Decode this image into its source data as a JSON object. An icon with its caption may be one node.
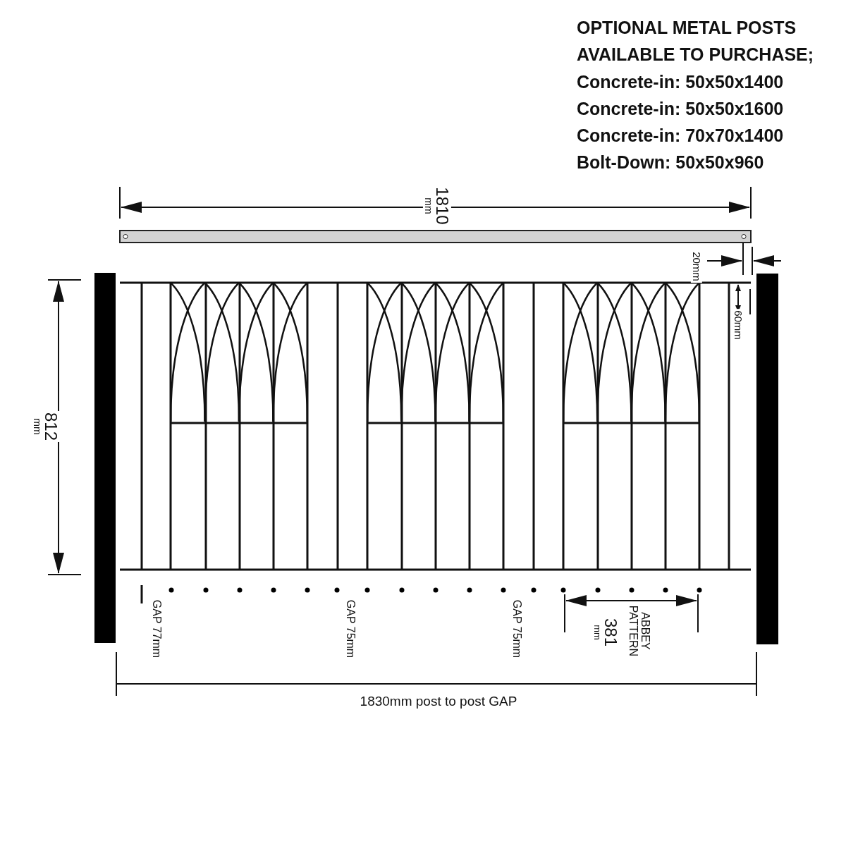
{
  "diagram": {
    "labels": [
      "OPTIONAL METAL POSTS AVAILABLE TO PURCHASE;",
      "Concrete-in: 50x50x1400",
      "Concrete-in: 50x50x1600",
      "Concrete-in: 70x70x1400",
      "Bolt-Down: 50x50x960",
      "1810 mm",
      "20mm",
      "60mm",
      "812 mm",
      "GAP 77mm",
      "GAP 75mm",
      "GAP 75mm",
      "381 mm",
      "ABBEY PATTERN",
      "1830mm post to post GAP"
    ]
  }
}
